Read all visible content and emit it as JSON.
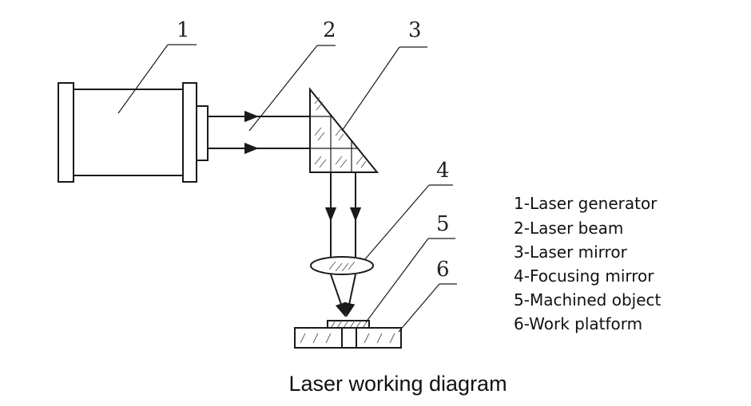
{
  "callouts": [
    "1",
    "2",
    "3",
    "4",
    "5",
    "6"
  ],
  "legend": [
    "1-Laser generator",
    "2-Laser beam",
    "3-Laser mirror",
    "4-Focusing mirror",
    "5-Machined object",
    "6-Work platform"
  ],
  "caption": "Laser working diagram"
}
